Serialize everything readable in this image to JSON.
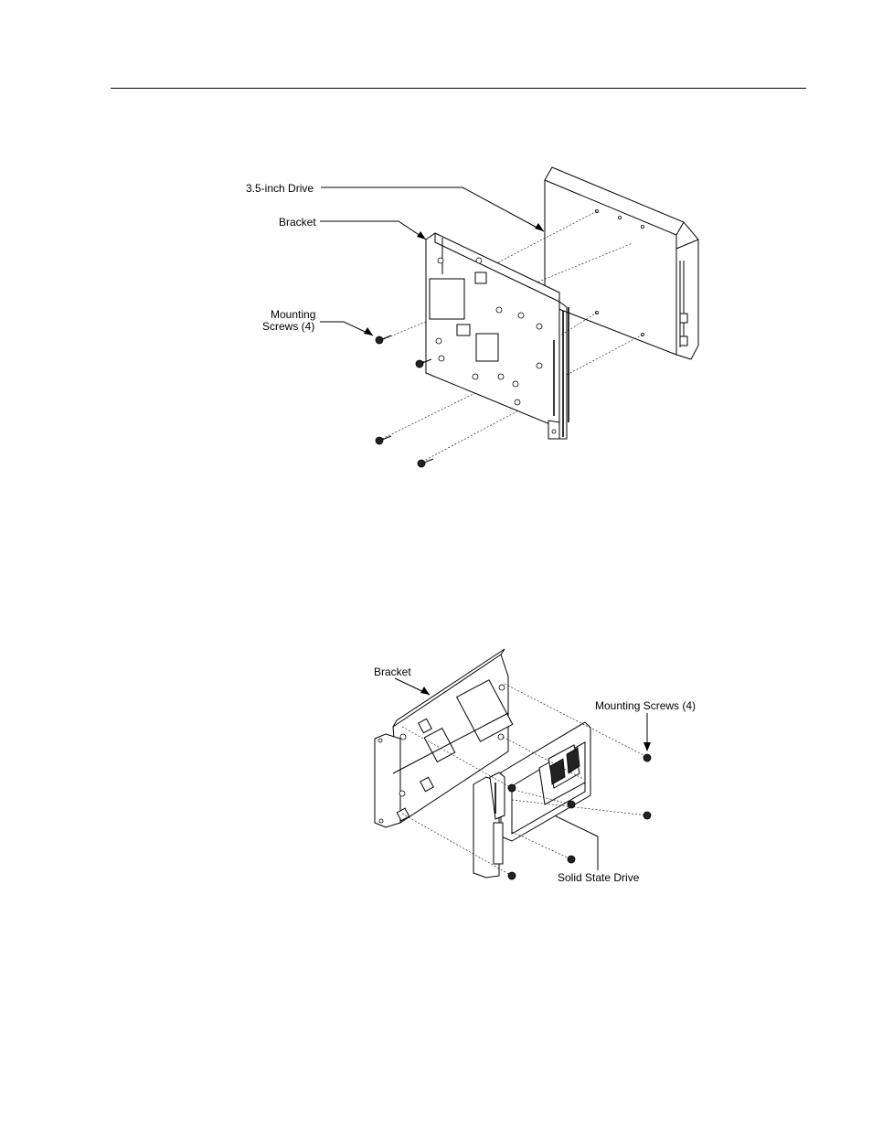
{
  "figure_top": {
    "drive_label": "3.5-inch Drive",
    "bracket_label": "Bracket",
    "screws_label_line1": "Mounting",
    "screws_label_line2": "Screws (4)"
  },
  "figure_bottom": {
    "bracket_label": "Bracket",
    "screws_label": "Mounting Screws (4)",
    "drive_label": "Solid State Drive"
  }
}
